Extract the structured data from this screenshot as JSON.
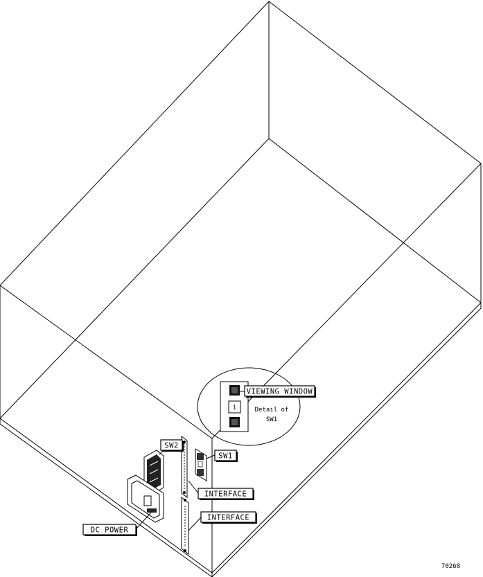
{
  "labels": {
    "viewing_window": "VIEWING WINDOW",
    "detail_line1": "Detail of",
    "detail_line2": "SW1",
    "switch_number": "1",
    "sw1": "SW1",
    "sw2": "SW2",
    "interface_upper": "INTERFACE",
    "interface_lower": "INTERFACE",
    "dc_power": "DC POWER",
    "figure_number": "70268"
  }
}
